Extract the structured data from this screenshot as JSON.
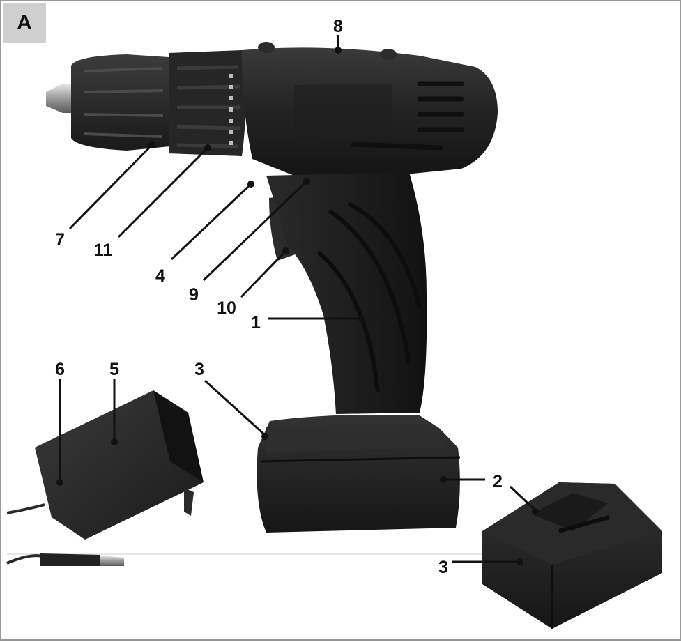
{
  "figure": {
    "label": "A"
  },
  "callouts": {
    "c1": "1",
    "c2": "2",
    "c3a": "3",
    "c3b": "3",
    "c4": "4",
    "c5": "5",
    "c6": "6",
    "c7": "7",
    "c8": "8",
    "c9": "9",
    "c10": "10",
    "c11": "11"
  }
}
